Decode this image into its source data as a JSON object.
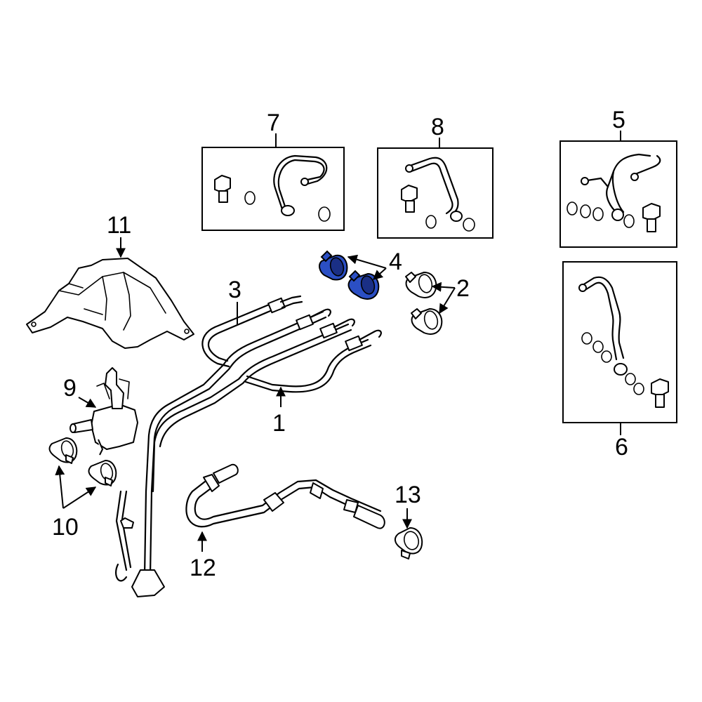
{
  "callouts": {
    "c1": "1",
    "c2": "2",
    "c3": "3",
    "c4": "4",
    "c5": "5",
    "c6": "6",
    "c7": "7",
    "c8": "8",
    "c9": "9",
    "c10": "10",
    "c11": "11",
    "c12": "12",
    "c13": "13"
  },
  "colors": {
    "highlight": "#2b4fc4",
    "line": "#000000",
    "background": "#ffffff"
  }
}
